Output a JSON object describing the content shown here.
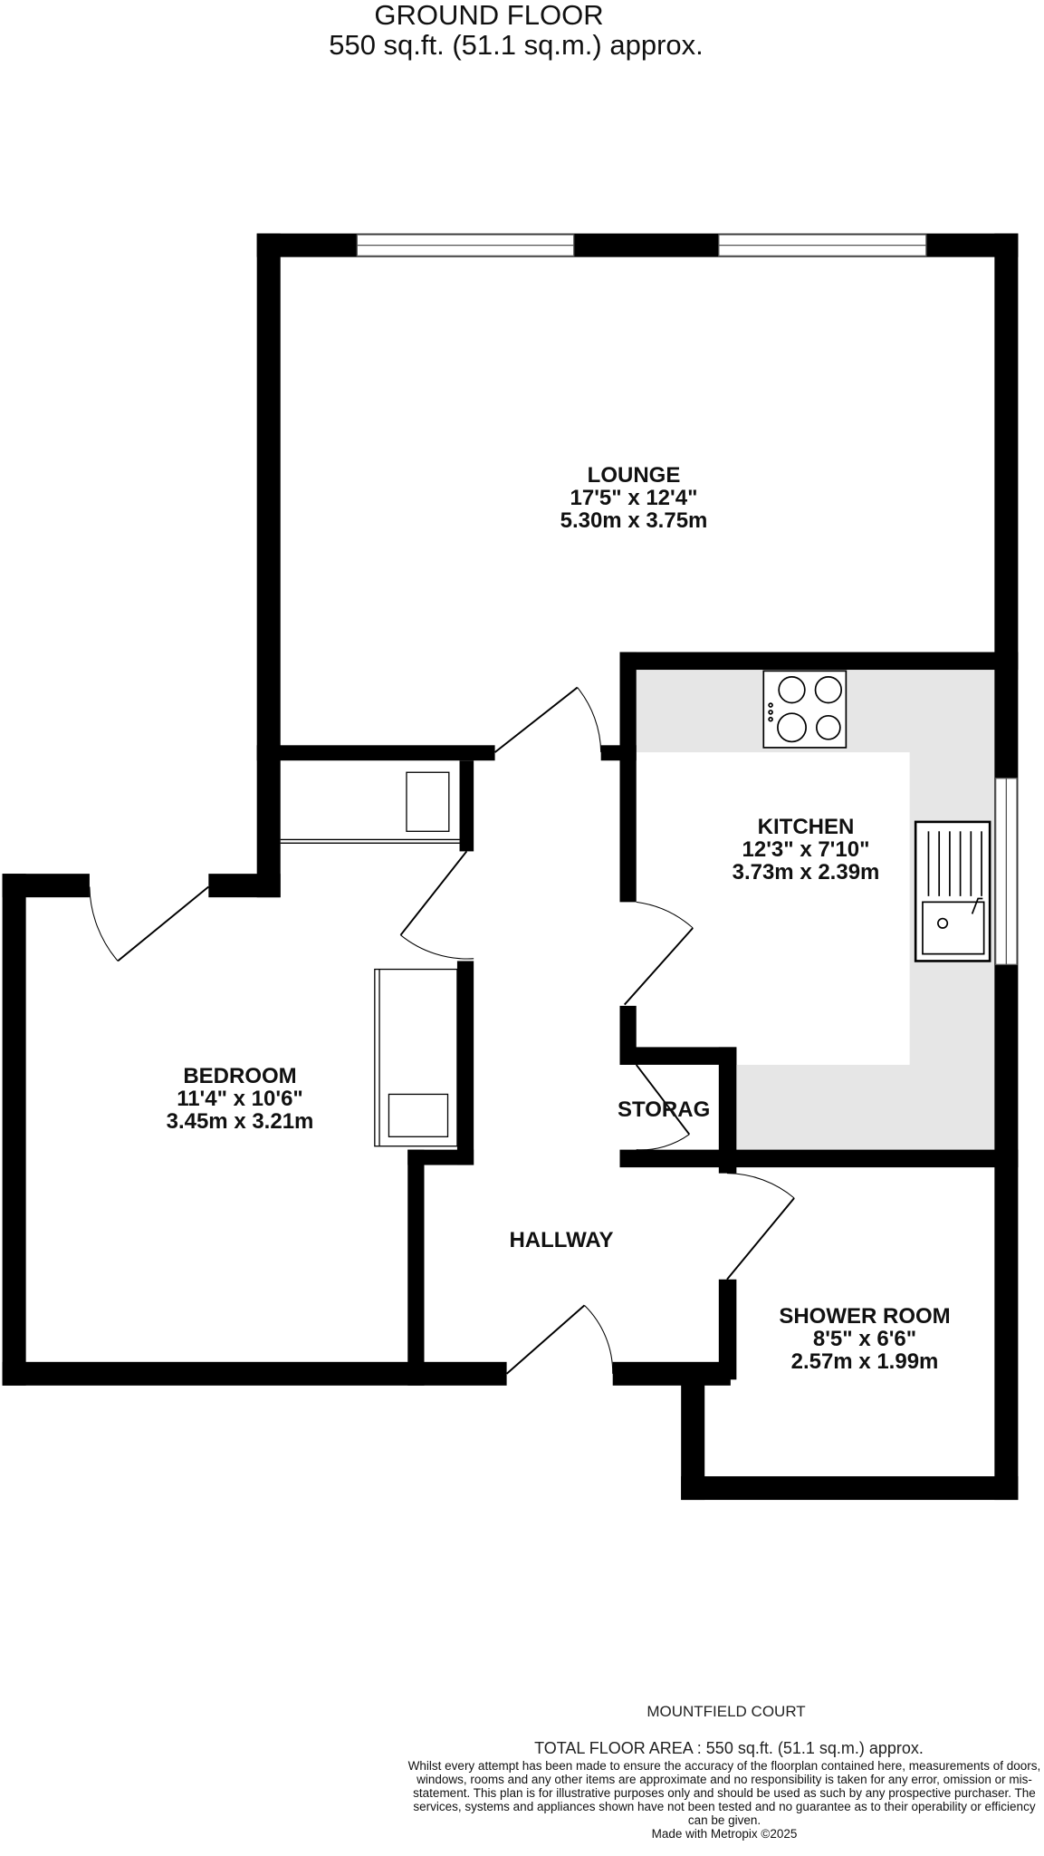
{
  "header": {
    "title": "GROUND FLOOR",
    "area": "550 sq.ft. (51.1 sq.m.) approx."
  },
  "rooms": [
    {
      "name": "LOUNGE",
      "imperial": "17'5\"  x 12'4\"",
      "metric": "5.30m  x 3.75m"
    },
    {
      "name": "KITCHEN",
      "imperial": "12'3\"  x 7'10\"",
      "metric": "3.73m  x 2.39m"
    },
    {
      "name": "BEDROOM",
      "imperial": "11'4\"  x 10'6\"",
      "metric": "3.45m  x 3.21m"
    },
    {
      "name": "STORAG"
    },
    {
      "name": "HALLWAY"
    },
    {
      "name": "SHOWER ROOM",
      "imperial": "8'5\"  x 6'6\"",
      "metric": "2.57m  x 1.99m"
    }
  ],
  "footer": {
    "property": "MOUNTFIELD COURT",
    "total": "TOTAL FLOOR AREA : 550 sq.ft. (51.1 sq.m.) approx.",
    "disclaimer": "Whilst every attempt has been made to ensure the accuracy of the floorplan contained here, measurements of doors, windows, rooms and any other items are approximate and no responsibility is taken for any error, omission or mis-statement. This plan is for illustrative purposes only and should be used as such by any prospective purchaser. The services, systems and appliances shown have not been tested and no guarantee as to their operability or efficiency can be given.",
    "credit": "Made with Metropix ©2025"
  },
  "colors": {
    "wall": "#000000",
    "counter": "#e6e6e6",
    "background": "#ffffff"
  },
  "icons": [
    "hob-icon",
    "sink-icon",
    "wardrobe-icon",
    "door-swing-icon",
    "window-icon"
  ]
}
